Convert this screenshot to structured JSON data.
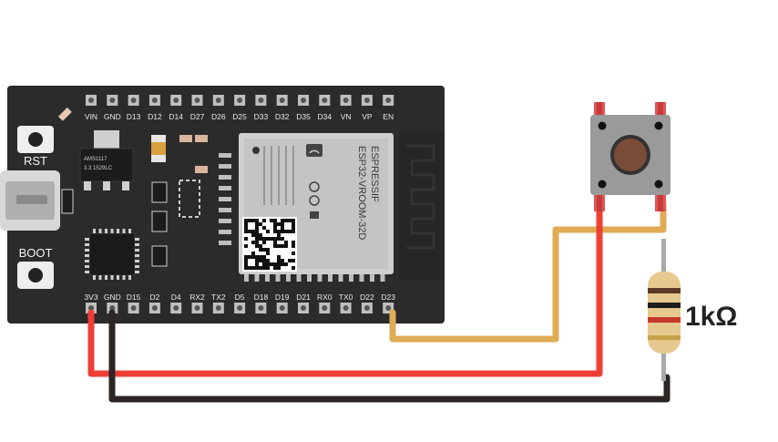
{
  "board": {
    "top_pins": [
      "VIN",
      "GND",
      "D13",
      "D12",
      "D14",
      "D27",
      "D26",
      "D25",
      "D33",
      "D32",
      "D35",
      "D34",
      "VN",
      "VP",
      "EN"
    ],
    "bottom_pins": [
      "3V3",
      "GND",
      "D15",
      "D2",
      "D4",
      "RX2",
      "TX2",
      "D5",
      "D18",
      "D19",
      "D21",
      "RX0",
      "TX0",
      "D22",
      "D23"
    ],
    "rst_label": "RST",
    "boot_label": "BOOT",
    "regulator_text": [
      "AMS1117",
      "3.3 1529LC"
    ],
    "module_brand": "ESPRESSIF",
    "module_model": "ESP32-VROOM-32D",
    "colors": {
      "pcb": "#2b2b2b",
      "header": "#bfbfbf",
      "module": "#cfcfcf"
    }
  },
  "resistor": {
    "label": "1kΩ"
  },
  "wires": {
    "colors": {
      "red": "#ef3e36",
      "black": "#2b2623",
      "signal": "#e0ab55"
    }
  }
}
